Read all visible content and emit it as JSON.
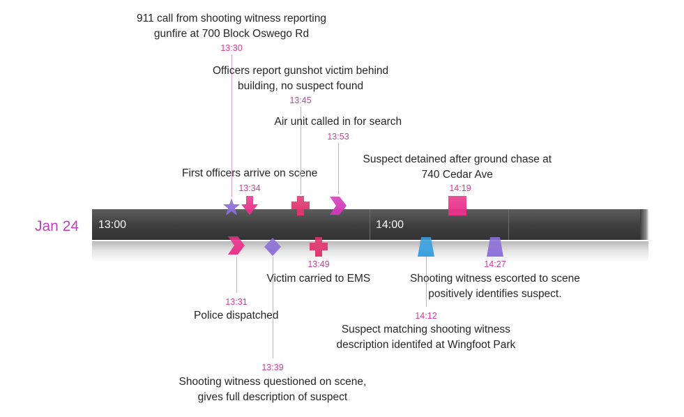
{
  "timeline": {
    "date": "Jan 24",
    "scale_labels": [
      "13:00",
      "14:00"
    ],
    "scale_start_minutes": 780,
    "scale_end_minutes": 900
  },
  "events": [
    {
      "id": "e1",
      "time": "13:30",
      "minutes": 810,
      "side": "above",
      "shape": "star",
      "color": "#8b6fd6",
      "lines": [
        "911 call from shooting witness reporting",
        "gunfire at 700 Block Oswego Rd"
      ]
    },
    {
      "id": "e2",
      "time": "13:34",
      "minutes": 814,
      "side": "above",
      "shape": "arrow-down",
      "color": "#e8338a",
      "lines": [
        "First officers arrive on scene"
      ]
    },
    {
      "id": "e3",
      "time": "13:45",
      "minutes": 825,
      "side": "above",
      "shape": "cross",
      "color": "#e0356e",
      "lines": [
        "Officers report gunshot victim behind",
        "building, no suspect found"
      ]
    },
    {
      "id": "e4",
      "time": "13:53",
      "minutes": 833,
      "side": "above",
      "shape": "chevron",
      "color": "#d03ab8",
      "lines": [
        "Air unit called in for search"
      ]
    },
    {
      "id": "e5",
      "time": "14:19",
      "minutes": 859,
      "side": "above",
      "shape": "square",
      "color": "#e8338a",
      "lines": [
        "Suspect detained after ground chase at",
        "740 Cedar Ave"
      ]
    },
    {
      "id": "e6",
      "time": "13:31",
      "minutes": 811,
      "side": "below",
      "shape": "chevron",
      "color": "#e8338a",
      "lines": [
        "Police dispatched"
      ]
    },
    {
      "id": "e7",
      "time": "13:39",
      "minutes": 819,
      "side": "below",
      "shape": "diamond",
      "color": "#8f70d9",
      "lines": [
        "Shooting witness questioned on scene,",
        "gives full description of suspect"
      ]
    },
    {
      "id": "e8",
      "time": "13:49",
      "minutes": 829,
      "side": "below",
      "shape": "cross",
      "color": "#e0356e",
      "lines": [
        "Victim carried to EMS"
      ]
    },
    {
      "id": "e9",
      "time": "14:12",
      "minutes": 852,
      "side": "below",
      "shape": "trapezoid",
      "color": "#3aa0e0",
      "lines": [
        "Suspect matching shooting witness",
        "description identifed at Wingfoot Park"
      ]
    },
    {
      "id": "e10",
      "time": "14:27",
      "minutes": 867,
      "side": "below",
      "shape": "trapezoid",
      "color": "#8f70d9",
      "lines": [
        "Shooting witness escorted to scene",
        "positively identifies suspect."
      ]
    }
  ]
}
